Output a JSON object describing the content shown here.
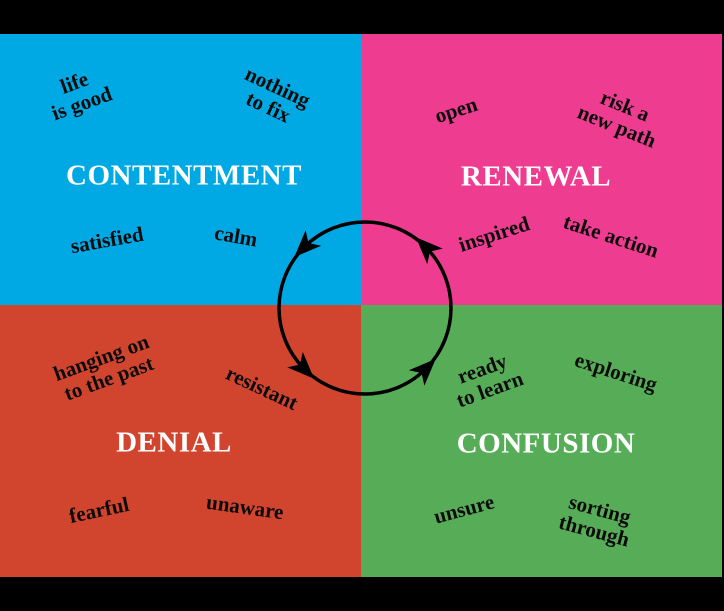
{
  "diagram": {
    "frame_color": "#000000",
    "phrase_text_color": "#0b0b0b",
    "title_text_color": "#ffffff",
    "quadrants": [
      {
        "name": "contentment",
        "position": "top-left",
        "title": "CONTENTMENT",
        "color": "#00A9E4",
        "phrases": [
          {
            "text": "life\nis good"
          },
          {
            "text": "nothing\nto fix"
          },
          {
            "text": "satisfied"
          },
          {
            "text": "calm"
          }
        ]
      },
      {
        "name": "renewal",
        "position": "top-right",
        "title": "RENEWAL",
        "color": "#EE3D90",
        "phrases": [
          {
            "text": "open"
          },
          {
            "text": "risk a\nnew path"
          },
          {
            "text": "inspired"
          },
          {
            "text": "take action"
          }
        ]
      },
      {
        "name": "denial",
        "position": "bottom-left",
        "title": "DENIAL",
        "color": "#D1452F",
        "phrases": [
          {
            "text": "hanging on\nto the past"
          },
          {
            "text": "resistant"
          },
          {
            "text": "fearful"
          },
          {
            "text": "unaware"
          }
        ]
      },
      {
        "name": "confusion",
        "position": "bottom-right",
        "title": "CONFUSION",
        "color": "#57AD57",
        "phrases": [
          {
            "text": "ready\nto learn"
          },
          {
            "text": "exploring"
          },
          {
            "text": "unsure"
          },
          {
            "text": "sorting\nthrough"
          }
        ]
      }
    ],
    "cycle": {
      "direction": "counterclockwise",
      "color": "#000000",
      "arrowheads": 4
    }
  }
}
